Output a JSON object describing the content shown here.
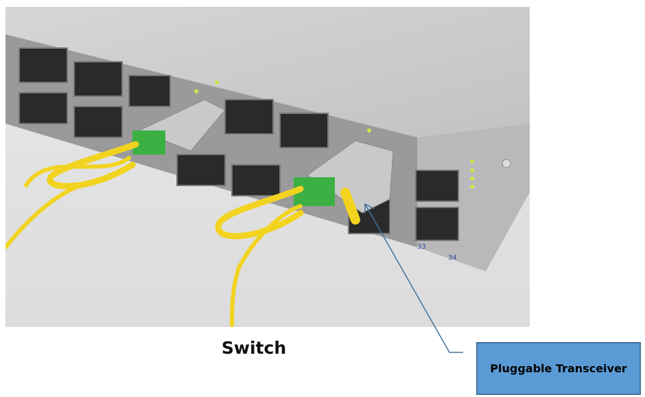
{
  "figure": {
    "caption": "Switch",
    "callout_label": "Pluggable Transceiver",
    "port_labels": [
      "33",
      "34"
    ],
    "colors": {
      "callout_fill": "#5b9bd5",
      "callout_border": "#41719c",
      "leader_line": "#41719c",
      "cable": "#f2d320",
      "latch": "#3cb043"
    }
  }
}
